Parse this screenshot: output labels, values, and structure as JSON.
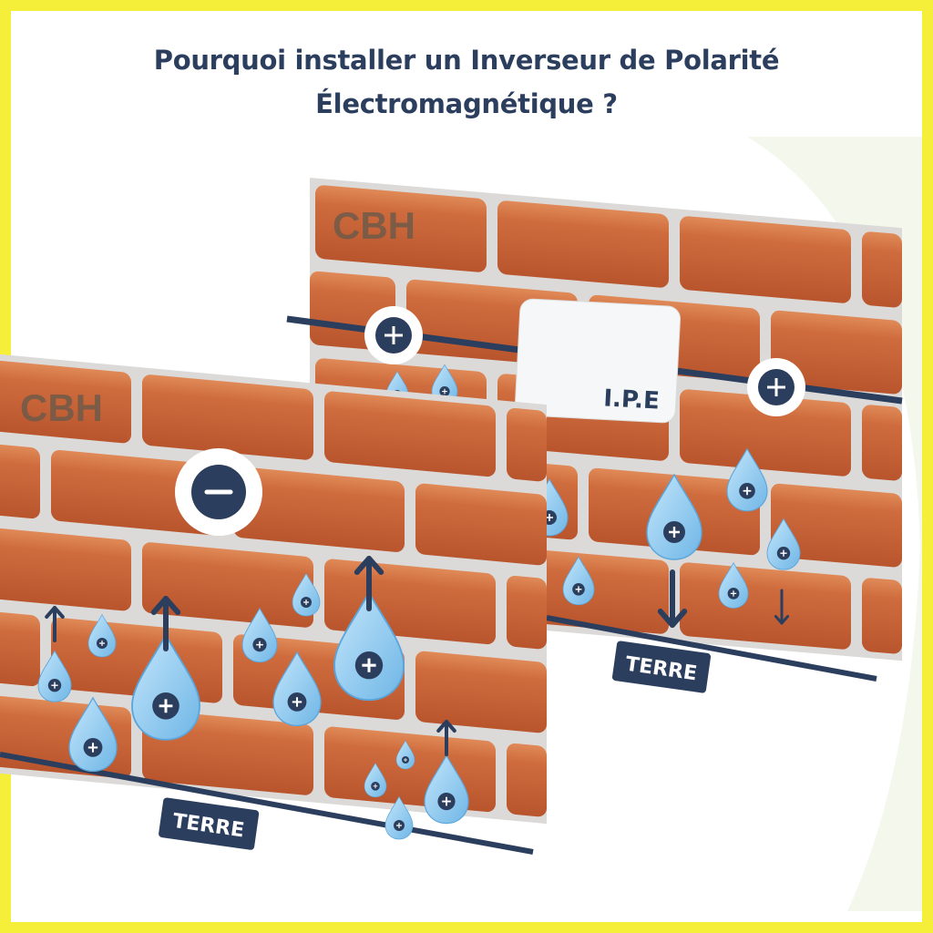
{
  "title": {
    "line1": "Pourquoi installer un Inverseur de Polarité",
    "line2": "Électromagnétique ?"
  },
  "logo_text": "CBH",
  "ipe_label": "I.P.E",
  "ground_label_back": "TERRE",
  "ground_label_front": "TERRE",
  "colors": {
    "frame": "#f6ef3a",
    "navy": "#2c3e5d",
    "brick": "#c8643a",
    "mortar": "#dcdad8",
    "drop": "#8fcaf0"
  },
  "icons": {
    "back_wall_charge": "plus-circle-icon",
    "front_wall_charge": "minus-circle-icon",
    "drops": "water-drop-plus-icon",
    "front_arrows": "arrow-up-icon",
    "back_arrows": "arrow-down-icon"
  }
}
